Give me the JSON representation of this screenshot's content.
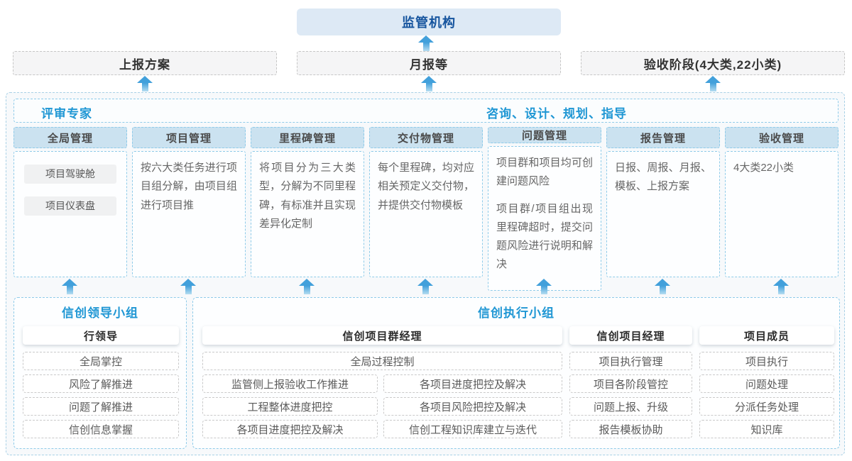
{
  "colors": {
    "accent_blue": "#2097d4",
    "regulator_text": "#15549e",
    "regulator_bg": "#dde9f5",
    "column_header_bg": "#cbe2f0",
    "dashed_border_blue": "#8fcbe9",
    "arrow_blue": "#42a0db"
  },
  "top": {
    "regulator": "监管机构",
    "channels": [
      {
        "label": "上报方案"
      },
      {
        "label": "月报等"
      },
      {
        "label": "验收阶段(4大类,22小类)"
      }
    ]
  },
  "platform": {
    "left_title": "评审专家",
    "right_title": "咨询、设计、规划、指导",
    "columns": [
      {
        "header": "全局管理",
        "chips": [
          "项目驾驶舱",
          "项目仪表盘"
        ],
        "paragraphs": []
      },
      {
        "header": "项目管理",
        "paragraphs": [
          "按六大类任务进行项目组分解，由项目组进行项目推"
        ]
      },
      {
        "header": "里程碑管理",
        "paragraphs": [
          "将项目分为三大类型，分解为不同里程碑，有标准并且实现差异化定制"
        ]
      },
      {
        "header": "交付物管理",
        "paragraphs": [
          "每个里程碑，均对应相关预定义交付物，并提供交付物模板"
        ]
      },
      {
        "header": "问题管理",
        "paragraphs": [
          "项目群和项目均可创建问题风险",
          "项目群/项目组出现里程碑超时，提交问题风险进行说明和解决"
        ]
      },
      {
        "header": "报告管理",
        "paragraphs": [
          "日报、周报、月报、模板、上报方案"
        ]
      },
      {
        "header": "验收管理",
        "paragraphs": [
          "4大类22小类"
        ]
      }
    ]
  },
  "teams": {
    "leadership": {
      "title": "信创领导小组",
      "role": "行领导",
      "items": [
        "全局掌控",
        "风险了解推进",
        "问题了解推进",
        "信创信息掌握"
      ]
    },
    "execution": {
      "title": "信创执行小组",
      "program_manager": {
        "role": "信创项目群经理",
        "full_item": "全局过程控制",
        "left_items": [
          "监管侧上报验收工作推进",
          "工程整体进度把控",
          "各项目进度把控及解决"
        ],
        "right_items": [
          "各项目进度把控及解决",
          "各项目风险把控及解决",
          "信创工程知识库建立与迭代"
        ]
      },
      "project_manager": {
        "role": "信创项目经理",
        "items": [
          "项目执行管理",
          "项目各阶段管控",
          "问题上报、升级",
          "报告模板协助"
        ]
      },
      "member": {
        "role": "项目成员",
        "items": [
          "项目执行",
          "问题处理",
          "分派任务处理",
          "知识库"
        ]
      }
    }
  }
}
